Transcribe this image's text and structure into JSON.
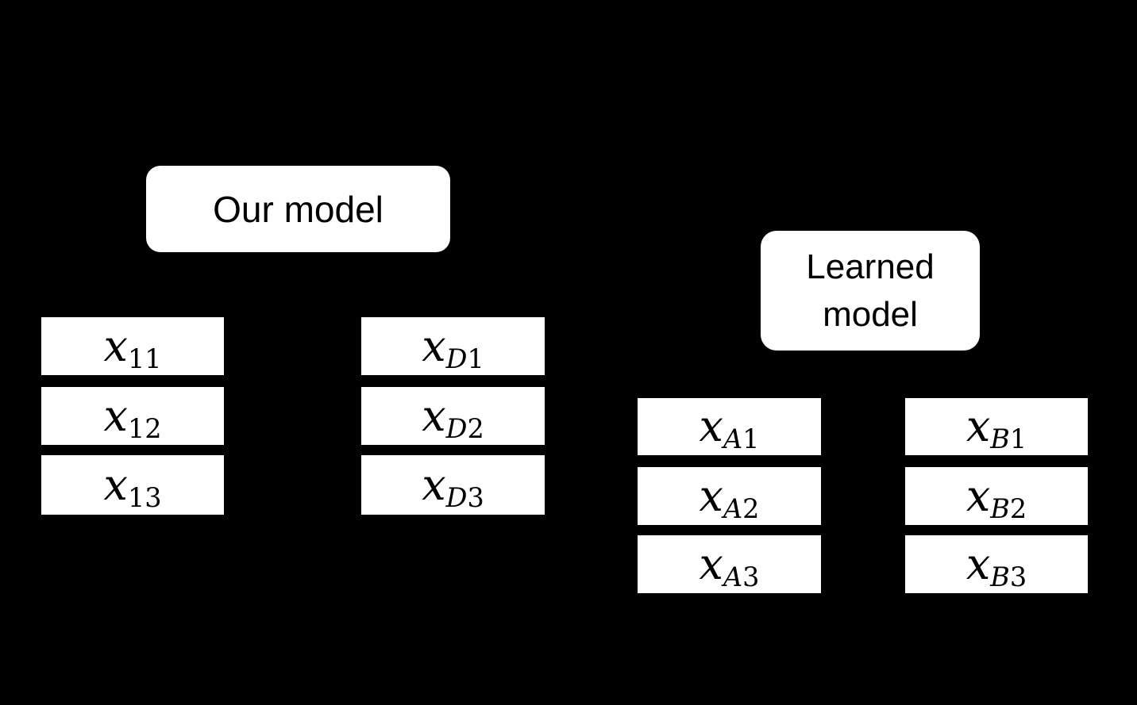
{
  "canvas": {
    "background": "#000000",
    "box_fill": "#ffffff",
    "text_color": "#000000"
  },
  "diagram": {
    "our_model": {
      "label": "Our model",
      "columns": [
        {
          "cells": [
            {
              "base": "x",
              "sub_italic": "",
              "sub_roman": "11"
            },
            {
              "base": "x",
              "sub_italic": "",
              "sub_roman": "12"
            },
            {
              "base": "x",
              "sub_italic": "",
              "sub_roman": "13"
            }
          ]
        },
        {
          "cells": [
            {
              "base": "x",
              "sub_italic": "D",
              "sub_roman": "1"
            },
            {
              "base": "x",
              "sub_italic": "D",
              "sub_roman": "2"
            },
            {
              "base": "x",
              "sub_italic": "D",
              "sub_roman": "3"
            }
          ]
        }
      ]
    },
    "learned_model": {
      "label_lines": [
        "Learned",
        "model"
      ],
      "columns": [
        {
          "cells": [
            {
              "base": "x",
              "sub_italic": "A",
              "sub_roman": "1"
            },
            {
              "base": "x",
              "sub_italic": "A",
              "sub_roman": "2"
            },
            {
              "base": "x",
              "sub_italic": "A",
              "sub_roman": "3"
            }
          ]
        },
        {
          "cells": [
            {
              "base": "x",
              "sub_italic": "B",
              "sub_roman": "1"
            },
            {
              "base": "x",
              "sub_italic": "B",
              "sub_roman": "2"
            },
            {
              "base": "x",
              "sub_italic": "B",
              "sub_roman": "3"
            }
          ]
        }
      ]
    }
  }
}
